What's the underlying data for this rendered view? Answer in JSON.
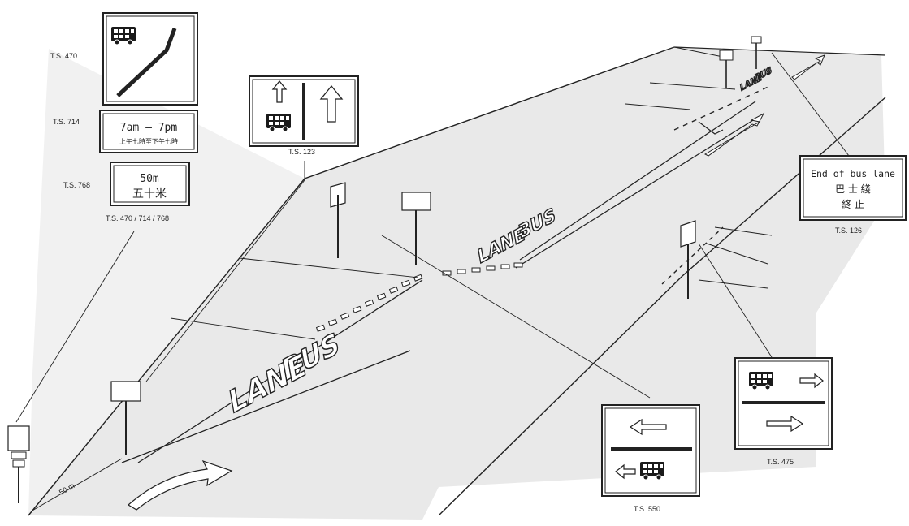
{
  "labels": {
    "ts470": "T.S. 470",
    "ts714": "T.S. 714",
    "ts768": "T.S. 768",
    "ts470_714_768": "T.S. 470 / 714 / 768",
    "ts123": "T.S. 123",
    "ts126": "T.S. 126",
    "ts475": "T.S. 475",
    "ts550": "T.S. 550",
    "distance_50m": "50 m"
  },
  "signs": {
    "ts714_line1": "7am – 7pm",
    "ts714_line2": "上午七時至下午七時",
    "ts768_line1": "50m",
    "ts768_line2": "五十米",
    "ts126_line1": "End of bus lane",
    "ts126_line2": "巴 士 綫",
    "ts126_line3": "終 止"
  },
  "road_markings": {
    "bus": "BUS",
    "lane": "LANE"
  },
  "colors": {
    "ink": "#1a1a1a",
    "road": "#e9e9e9",
    "paper": "#ffffff"
  },
  "icons": [
    "bus-icon",
    "arrow-up-icon",
    "arrow-right-icon",
    "arrow-left-icon",
    "diagonal-line-icon"
  ]
}
